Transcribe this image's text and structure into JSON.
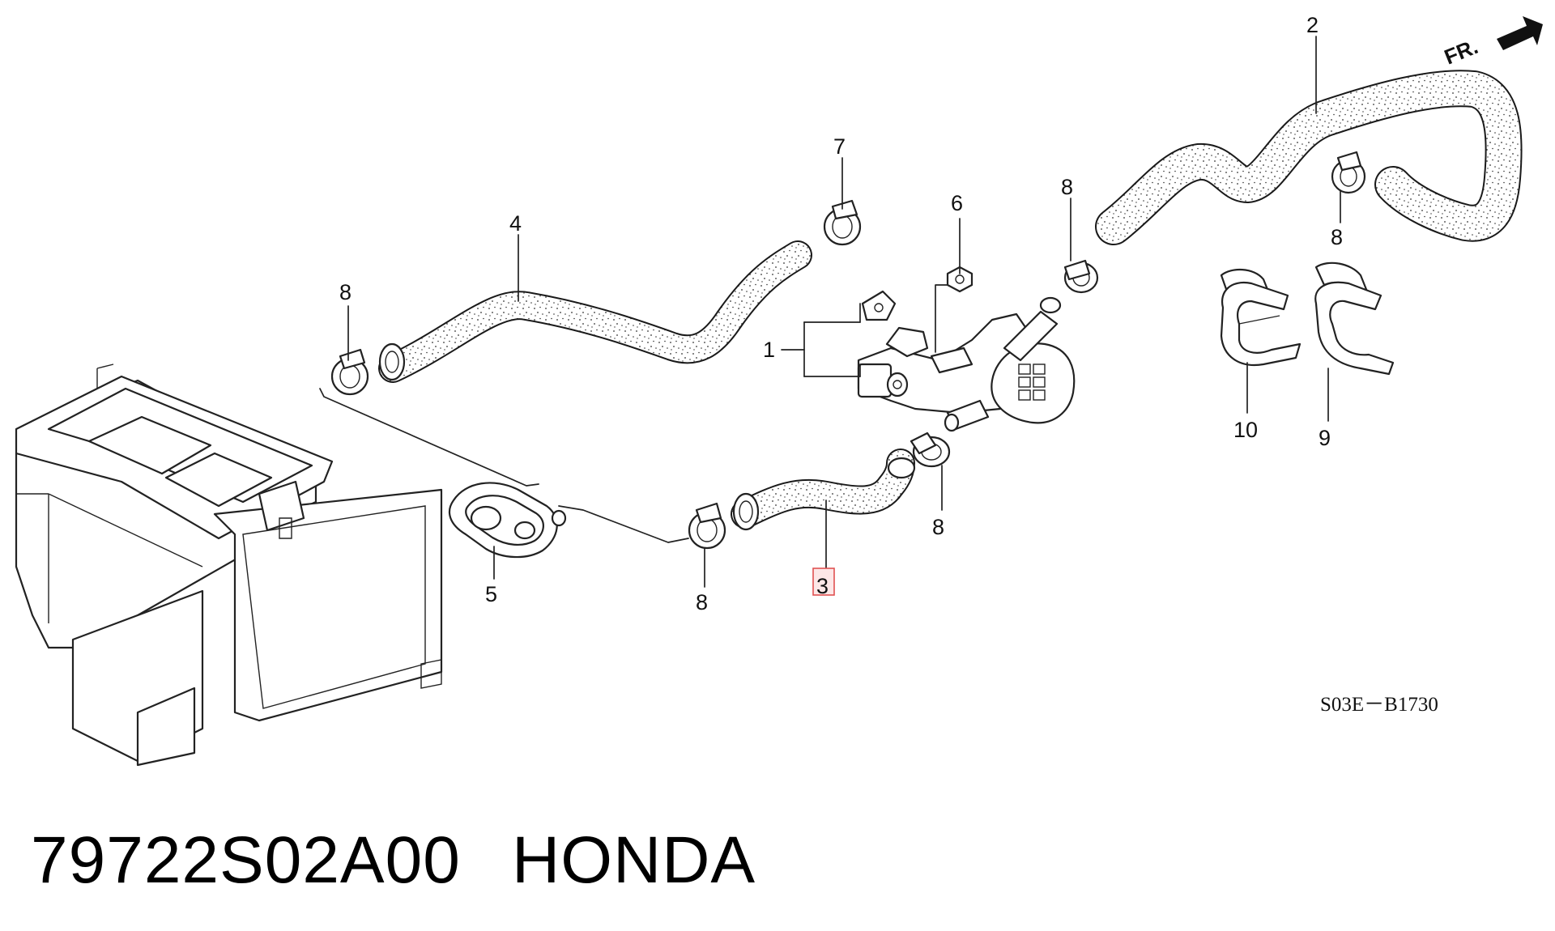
{
  "diagram": {
    "callouts": {
      "c1": "1",
      "c2": "2",
      "c3": "3",
      "c4": "4",
      "c5": "5",
      "c6": "6",
      "c7": "7",
      "c8a": "8",
      "c8b": "8",
      "c8c": "8",
      "c8d": "8",
      "c8e": "8",
      "c9": "9",
      "c10": "10"
    },
    "direction_label": "FR.",
    "diagram_code": "S03E－B1730",
    "highlighted_callout": "3",
    "colors": {
      "highlight_fill": "#fde7e7",
      "highlight_stroke": "#e05252"
    }
  },
  "footer": {
    "part_number": "79722S02A00",
    "brand": "HONDA"
  }
}
